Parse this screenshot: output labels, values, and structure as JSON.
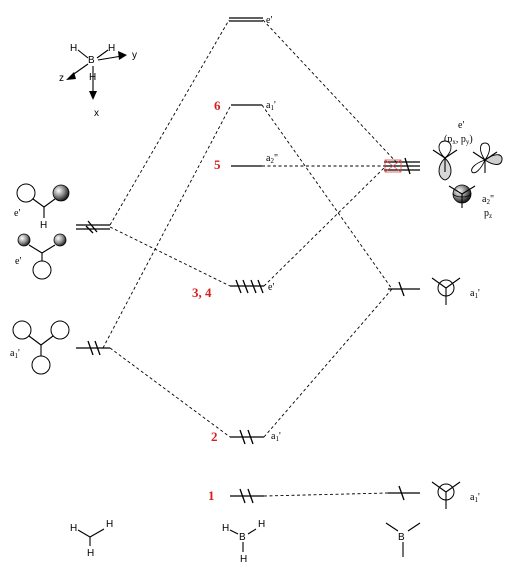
{
  "axes": {
    "x": "x",
    "y": "y",
    "z": "z",
    "B": "B",
    "H": "H"
  },
  "left_labels": [
    "e'",
    "e'",
    "a1'"
  ],
  "levels": {
    "top_e": "e'",
    "mo6_num": "6",
    "mo6_sym": "a1'",
    "mo5_num": "5",
    "mo5_sym": "a2\"",
    "mo34_num": "3, 4",
    "mo34_sym": "e'",
    "mo2_num": "2",
    "mo2_sym": "a1'",
    "mo1_num": "1"
  },
  "right_labels": {
    "p_e": "e'",
    "p_e_sub": "(px, py)",
    "p_a2": "a2\"",
    "p_z": "pz",
    "s_a1": "a1'",
    "bottom_a1": "a1'"
  },
  "molecules": {
    "h": "H",
    "b": "B"
  },
  "colors": {
    "accent": "#d62020",
    "line": "#000000"
  }
}
